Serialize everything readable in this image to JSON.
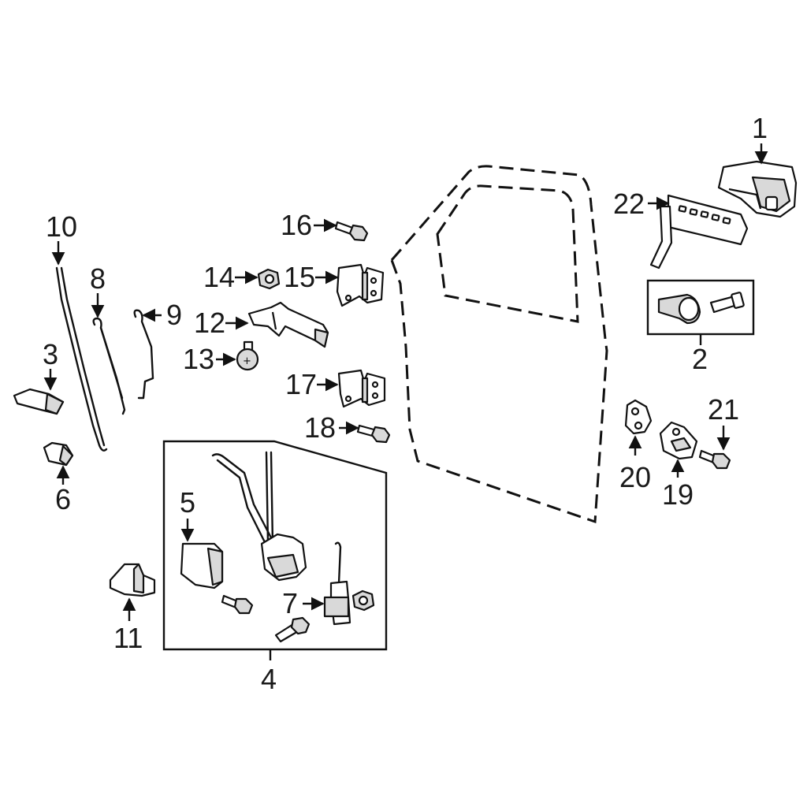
{
  "labels": {
    "p1": "1",
    "p2": "2",
    "p3": "3",
    "p4": "4",
    "p5": "5",
    "p6": "6",
    "p7": "7",
    "p8": "8",
    "p9": "9",
    "p10": "10",
    "p11": "11",
    "p12": "12",
    "p13": "13",
    "p14": "14",
    "p15": "15",
    "p16": "16",
    "p17": "17",
    "p18": "18",
    "p19": "19",
    "p20": "20",
    "p21": "21",
    "p22": "22"
  },
  "colors": {
    "line": "#111111",
    "part_shade": "#d9d9d9",
    "background": "#ffffff"
  }
}
